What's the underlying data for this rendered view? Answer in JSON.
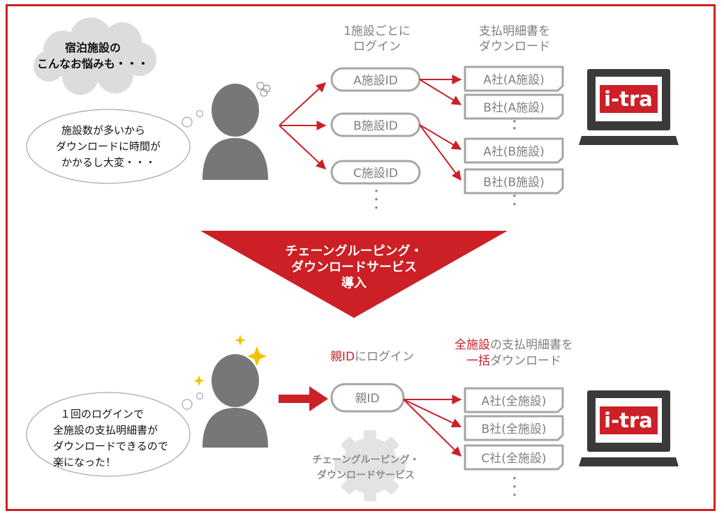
{
  "header": {
    "col1": [
      "1施設ごとに",
      "ログイン"
    ],
    "col2": [
      "支払明細書を",
      "ダウンロード"
    ]
  },
  "before": {
    "cloud": [
      "宿泊施設の",
      "こんなお悩みも・・・"
    ],
    "bubble": [
      "施設数が多いから",
      "ダウンロードに時間が",
      "かかるし大変・・・"
    ],
    "ids": [
      "A施設ID",
      "B施設ID",
      "C施設ID"
    ],
    "docs": [
      "A社(A施設)",
      "B社(A施設)",
      "A社(B施設)",
      "B社(B施設)"
    ],
    "ellipsis": "・"
  },
  "banner": [
    "チェーングルーピング・",
    "ダウンロードサービス",
    "導入"
  ],
  "after": {
    "login": {
      "red": "親ID",
      "gray": "にログイン"
    },
    "download_line1": {
      "red": "全施設",
      "gray": "の支払明細書を"
    },
    "download_line2": {
      "red": "一括",
      "gray": "ダウンロード"
    },
    "bubble": [
      "１回のログインで",
      "全施設の支払明細書が",
      "ダウンロードできるので",
      "楽になった！"
    ],
    "parent_id": "親ID",
    "docs": [
      "A社(全施設)",
      "B社(全施設)",
      "C社(全施設)"
    ],
    "gear": [
      "チェーングルーピング・",
      "ダウンロードサービス"
    ]
  },
  "logo": "i-tra",
  "colors": {
    "accent": "#cc1f26",
    "gray": "#7f7f7f",
    "dark": "#3a3a3a"
  }
}
